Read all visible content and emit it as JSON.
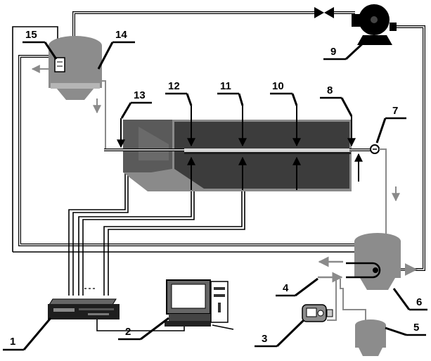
{
  "diagram": {
    "labels": [
      {
        "id": "n1",
        "text": "1"
      },
      {
        "id": "n2",
        "text": "2"
      },
      {
        "id": "n3",
        "text": "3"
      },
      {
        "id": "n4",
        "text": "4"
      },
      {
        "id": "n5",
        "text": "5"
      },
      {
        "id": "n6",
        "text": "6"
      },
      {
        "id": "n7",
        "text": "7"
      },
      {
        "id": "n8",
        "text": "8"
      },
      {
        "id": "n9",
        "text": "9"
      },
      {
        "id": "n10",
        "text": "10"
      },
      {
        "id": "n11",
        "text": "11"
      },
      {
        "id": "n12",
        "text": "12"
      },
      {
        "id": "n13",
        "text": "13"
      },
      {
        "id": "n14",
        "text": "14"
      },
      {
        "id": "n15",
        "text": "15"
      }
    ],
    "colors": {
      "pipe": "#000000",
      "vessel": "#8c8c8c",
      "channel_dark": "#3c3c3c",
      "channel_light": "#8a8a8a",
      "arrow_gray": "#8a8a8a"
    },
    "components": [
      "data-logger-icon",
      "computer-icon",
      "pump-motor-icon",
      "heat-exchanger-coil-icon",
      "tank-icon",
      "separator-tank-icon",
      "thermocouple-icon",
      "test-section-icon",
      "valve-icon",
      "blower-icon"
    ]
  }
}
